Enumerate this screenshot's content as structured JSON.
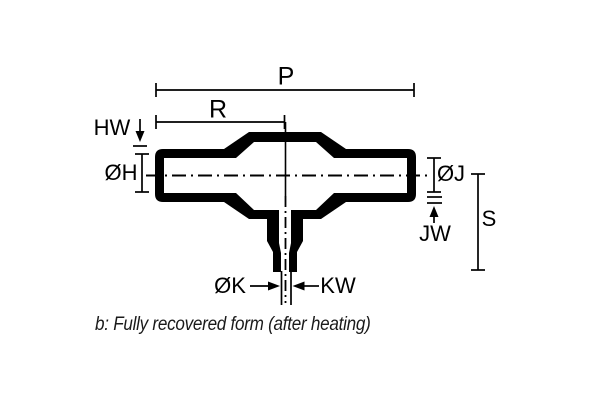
{
  "diagram": {
    "caption": "b: Fully recovered form (after heating)",
    "labels": {
      "p": "P",
      "r": "R",
      "hw": "HW",
      "oh": "ØH",
      "oj": "ØJ",
      "jw": "JW",
      "s": "S",
      "ok": "ØK",
      "kw": "KW"
    },
    "colors": {
      "ink": "#000000",
      "background": "#ffffff"
    }
  }
}
